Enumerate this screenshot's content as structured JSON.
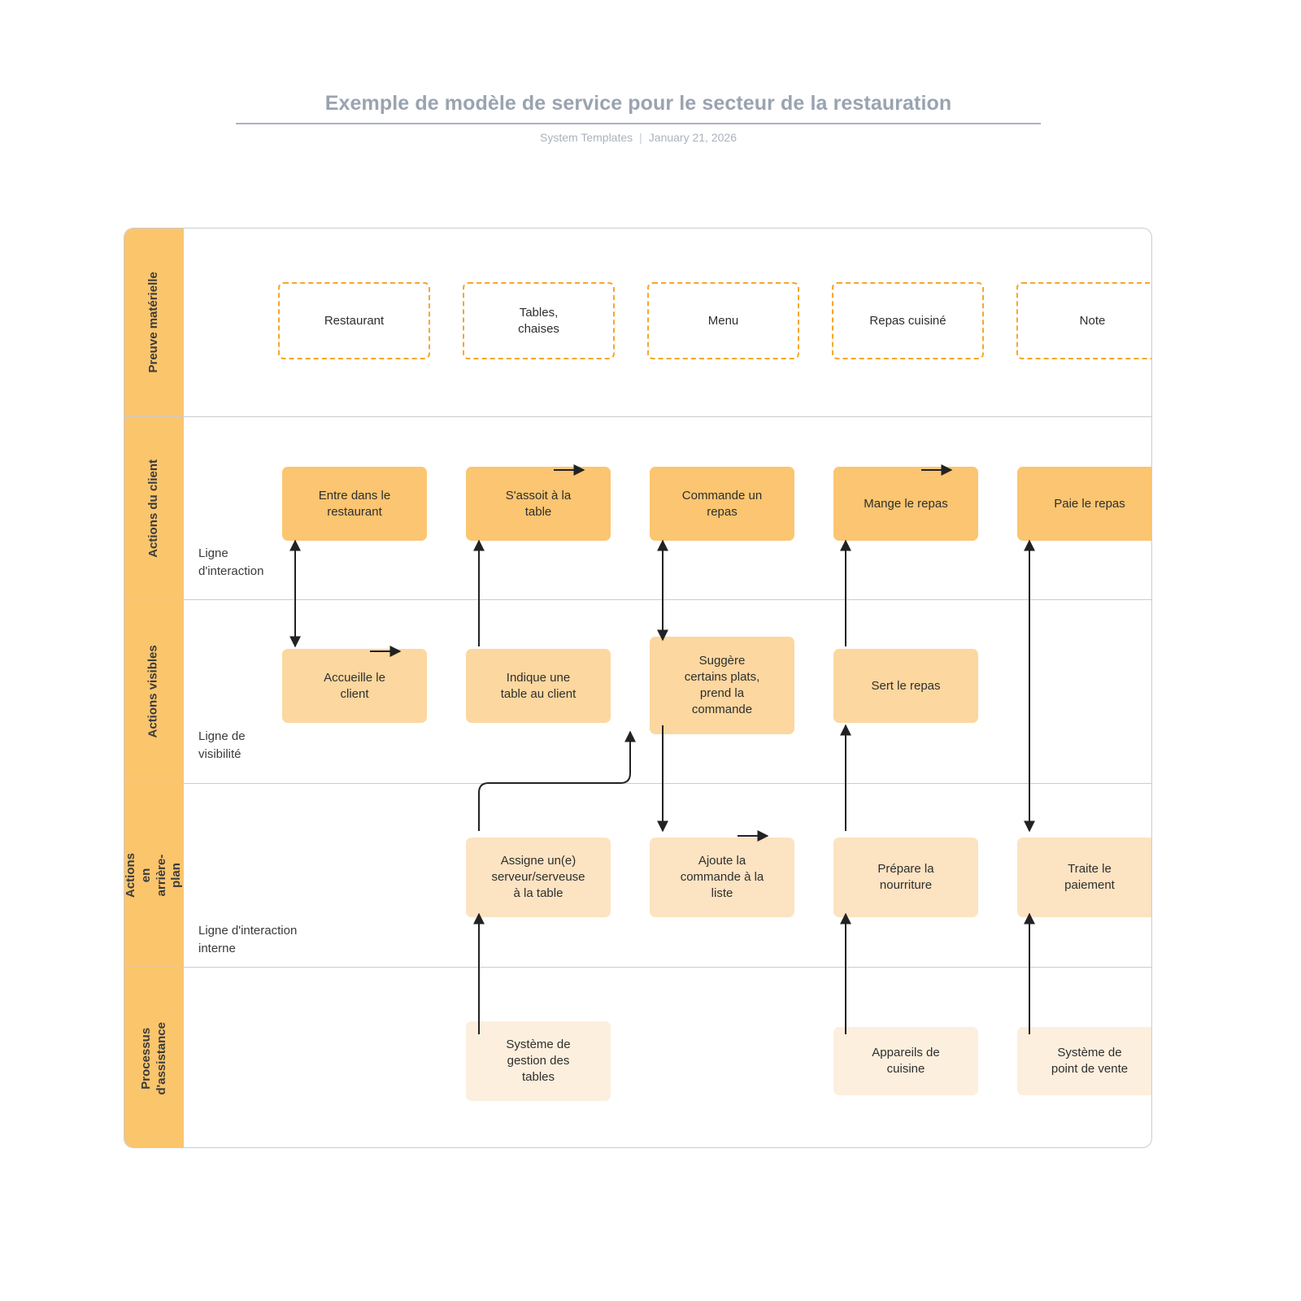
{
  "header": {
    "title": "Exemple de modèle de service pour le secteur de la restauration",
    "source": "System Templates",
    "separator": "|",
    "date": "January 21, 2026"
  },
  "colors": {
    "title_text": "#9aa3b0",
    "row_label_bg": "#fbc56c",
    "evidence_border": "#f6a72b",
    "customer_bg": "#fbc571",
    "visible_bg": "#fcd79f",
    "backstage_bg": "#fce3c2",
    "support_bg": "#fcefdd",
    "frame_border": "#c9ccd1",
    "connector": "#222222"
  },
  "rows": [
    {
      "id": "evidence",
      "label": "Preuve matérielle"
    },
    {
      "id": "customer",
      "label": "Actions du client"
    },
    {
      "id": "visible",
      "label": "Actions visibles"
    },
    {
      "id": "backstage",
      "label": "Actions en\narrière-plan"
    },
    {
      "id": "support",
      "label": "Processus\nd'assistance"
    }
  ],
  "line_captions": [
    {
      "id": "interaction",
      "text": "Ligne\nd'interaction"
    },
    {
      "id": "visibility",
      "text": "Ligne de\nvisibilité"
    },
    {
      "id": "internal-interaction",
      "text": "Ligne d'interaction\ninterne"
    }
  ],
  "nodes": {
    "evidence": [
      {
        "id": "restaurant",
        "label": "Restaurant"
      },
      {
        "id": "tables-chaises",
        "label": "Tables,\nchaises"
      },
      {
        "id": "menu",
        "label": "Menu"
      },
      {
        "id": "repas-cuisine",
        "label": "Repas cuisiné"
      },
      {
        "id": "note",
        "label": "Note"
      }
    ],
    "customer": [
      {
        "id": "entre-restaurant",
        "label": "Entre dans le\nrestaurant"
      },
      {
        "id": "sassoit-table",
        "label": "S'assoit à la\ntable"
      },
      {
        "id": "commande-repas",
        "label": "Commande un\nrepas"
      },
      {
        "id": "mange-repas",
        "label": "Mange le repas"
      },
      {
        "id": "paie-repas",
        "label": "Paie le repas"
      }
    ],
    "visible": [
      {
        "id": "accueille-client",
        "label": "Accueille le\nclient"
      },
      {
        "id": "indique-table",
        "label": "Indique une\ntable au client"
      },
      {
        "id": "suggere-plats",
        "label": "Suggère\ncertains plats,\nprend la\ncommande"
      },
      {
        "id": "sert-repas",
        "label": "Sert le repas"
      }
    ],
    "backstage": [
      {
        "id": "assigne-serveur",
        "label": "Assigne un(e)\nserveur/serveuse\nà la table"
      },
      {
        "id": "ajoute-commande",
        "label": "Ajoute la\ncommande à la\nliste"
      },
      {
        "id": "prepare-nourriture",
        "label": "Prépare la\nnourriture"
      },
      {
        "id": "traite-paiement",
        "label": "Traite le\npaiement"
      }
    ],
    "support": [
      {
        "id": "systeme-tables",
        "label": "Système de\ngestion des\ntables"
      },
      {
        "id": "appareils-cuisine",
        "label": "Appareils de\ncuisine"
      },
      {
        "id": "systeme-pos",
        "label": "Système de\npoint de vente"
      }
    ]
  }
}
